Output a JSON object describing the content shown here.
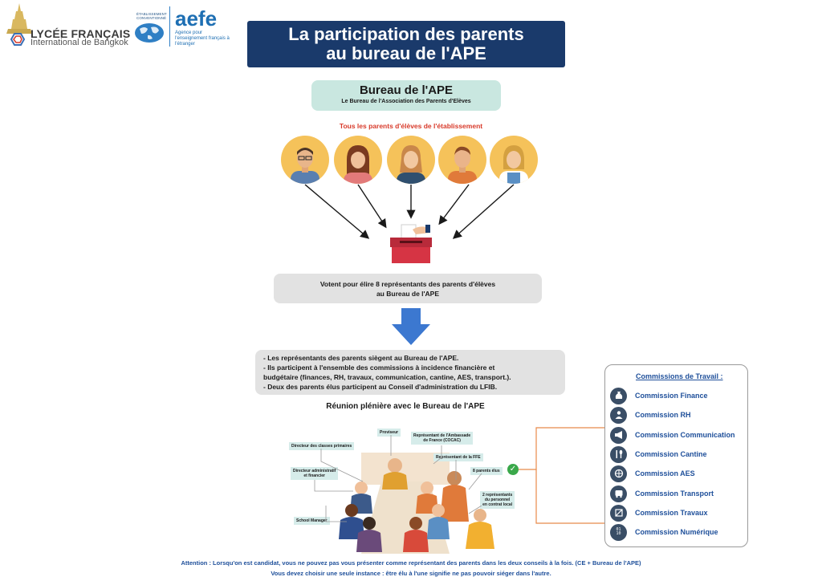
{
  "header": {
    "school_name": "LYCÉE FRANÇAIS",
    "school_sub": "International de Bangkok",
    "aefe_badge": "ÉTABLISSEMENT CONVENTIONNÉ",
    "aefe_word": "aefe",
    "aefe_tagline": "Agence pour l'enseignement français à l'étranger"
  },
  "title": {
    "line1": "La participation des parents",
    "line2": "au bureau de l'APE"
  },
  "bureau": {
    "title": "Bureau de l'APE",
    "subtitle": "Le Bureau de l'Association des Parents d'Elèves"
  },
  "all_parents": "Tous les parents d'élèves de l'établissement",
  "vote": {
    "line1": "Votent pour élire 8 représentants des parents d'élèves",
    "line2": "au Bureau de l'APE"
  },
  "info": {
    "line1": "- Les représentants des parents siègent au Bureau de l'APE.",
    "line2": "- Ils participent à l'ensemble des commissions à incidence financière et",
    "line3": "budgétaire (finances, RH, travaux, communication, cantine, AES, transport.).",
    "line4": "- Deux des parents élus participent au Conseil d'administration du LFIB."
  },
  "reunion": "Réunion plénière avec le Bureau de l'APE",
  "meeting_labels": {
    "proviseur": "Proviseur",
    "ambassade_1": "Représentant de l'Ambassade",
    "ambassade_2": "de France (COCAC)",
    "directeur_primaire": "Directeur des classes primaires",
    "ffe": "Représentant de la FFE",
    "daf_1": "Directeur administratif",
    "daf_2": "et financier",
    "parents_elus": "8 parents élus",
    "personnel_1": "2 représentants",
    "personnel_2": "du personnel",
    "personnel_3": "en contrat local",
    "school_manager": "School Manager"
  },
  "commissions": {
    "heading": "Commissions de Travail :",
    "items": [
      {
        "label": "Commission Finance",
        "icon": "money-bag-icon"
      },
      {
        "label": "Commission RH",
        "icon": "people-icon"
      },
      {
        "label": "Commission Communication",
        "icon": "megaphone-icon"
      },
      {
        "label": "Commission Cantine",
        "icon": "cutlery-icon"
      },
      {
        "label": "Commission AES",
        "icon": "sports-icon"
      },
      {
        "label": "Commission Transport",
        "icon": "bus-icon"
      },
      {
        "label": "Commission Travaux",
        "icon": "construction-icon"
      },
      {
        "label": "Commission Numérique",
        "icon": "binary-icon"
      }
    ]
  },
  "footer": {
    "line1": "Attention : Lorsqu'on est candidat, vous ne pouvez pas vous présenter comme représentant des parents dans les deux conseils à la fois. (CE + Bureau de l'APE)",
    "line2": "Vous devez choisir une seule instance : être élu à l'une signifie ne pas pouvoir siéger dans l'autre."
  },
  "colors": {
    "title_bg": "#1a3a6b",
    "accent_blue": "#1e4f9a",
    "accent_red": "#d83a2a",
    "avatar_bg": "#f5c25a",
    "arrow_blue": "#3c78d0",
    "connector_orange": "#e88a4a"
  }
}
